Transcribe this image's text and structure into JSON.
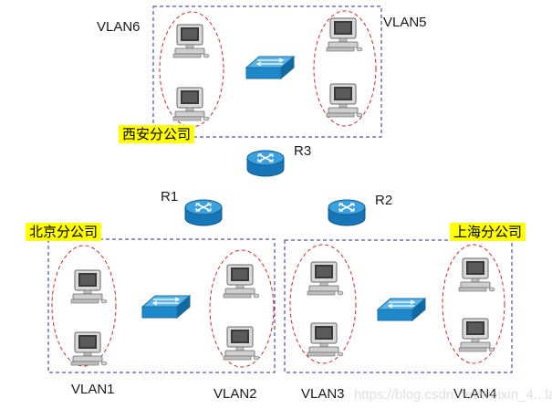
{
  "vlans": {
    "vlan1": "VLAN1",
    "vlan2": "VLAN2",
    "vlan3": "VLAN3",
    "vlan4": "VLAN4",
    "vlan5": "VLAN5",
    "vlan6": "VLAN6"
  },
  "routers": {
    "r1": "R1",
    "r2": "R2",
    "r3": "R3"
  },
  "offices": {
    "xian": "西安分公司",
    "beijing": "北京分公司",
    "shanghai": "上海分公司"
  },
  "watermark": "https://blog.csdn.net/weixin_4...lan",
  "colors": {
    "box_border": "#2b2b9b",
    "ellipse": "#e02020",
    "device_blue": "#1e88c8",
    "tag_bg": "#ffff00"
  }
}
